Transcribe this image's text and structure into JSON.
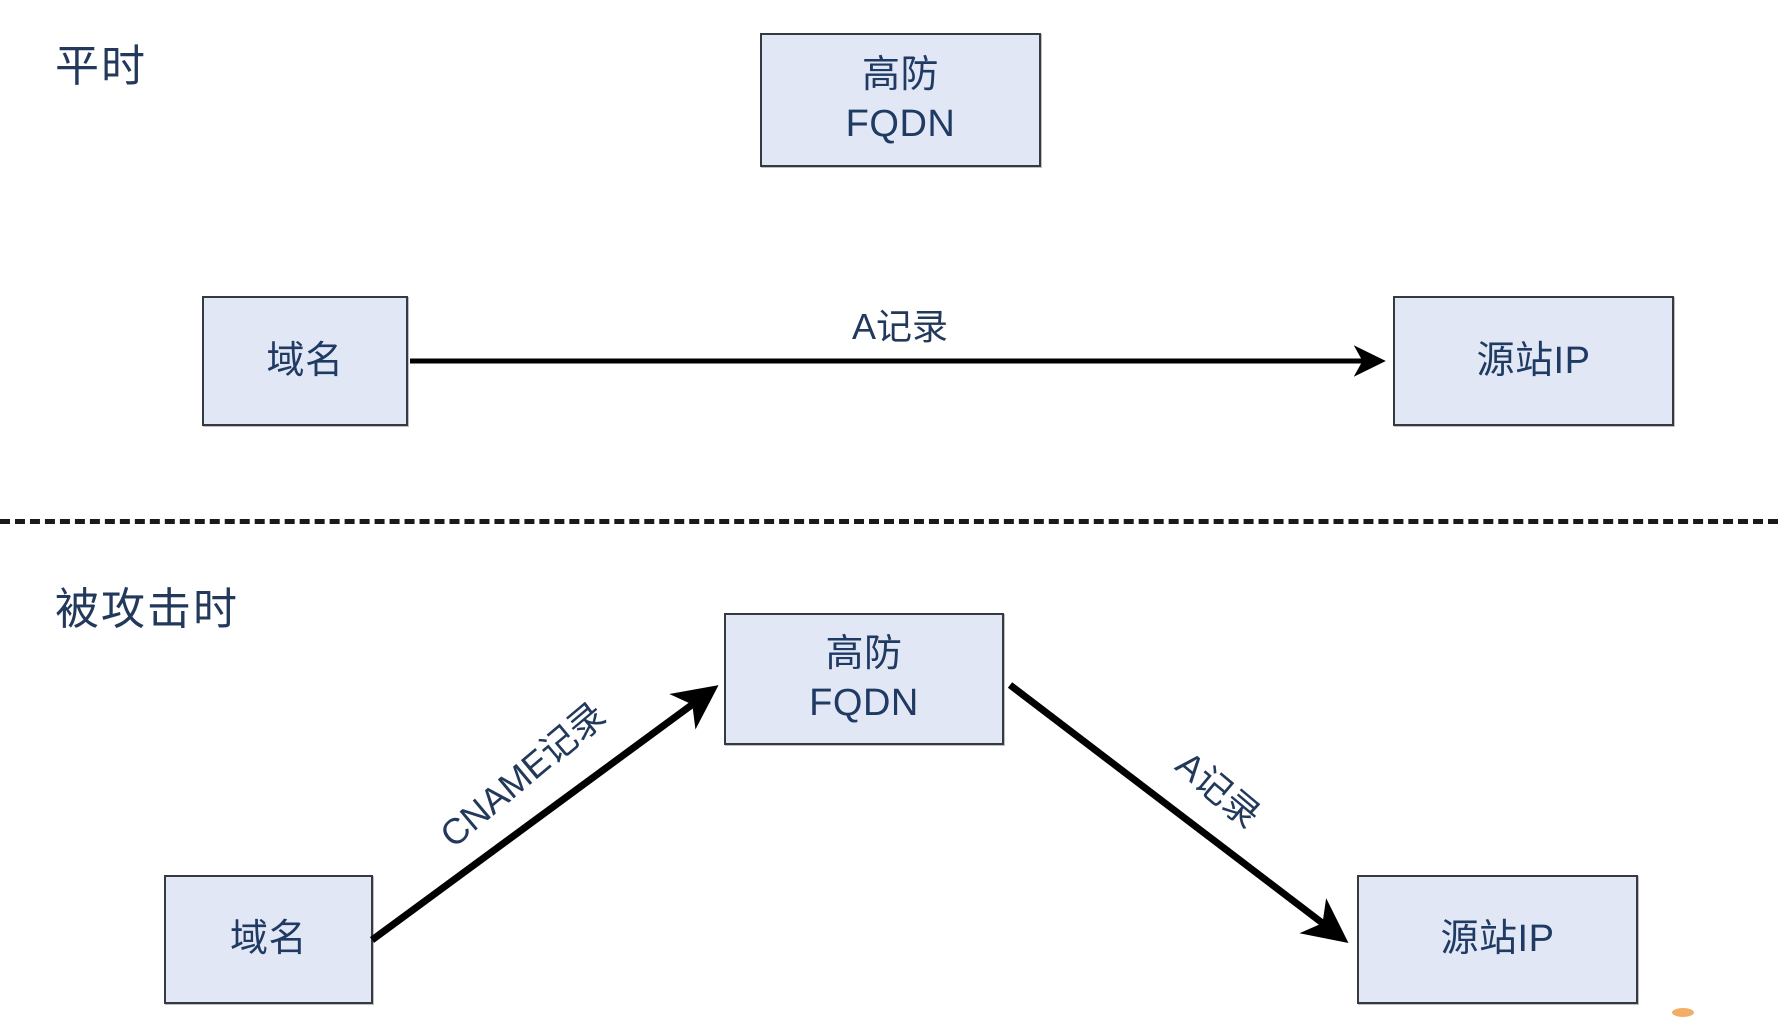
{
  "diagram": {
    "title_note": "DNS resolution switch between normal state and under-attack state",
    "colors": {
      "node_fill": "#e2e7f5",
      "node_border": "#343a40",
      "text": "#1f3a63",
      "arrow": "#000000",
      "divider": "#1a1a1a",
      "artifact": "#f0a04b"
    },
    "sections": [
      {
        "id": "normal",
        "label": "平时",
        "nodes": [
          {
            "id": "normal-gaofang",
            "line1": "高防",
            "line2": "FQDN"
          },
          {
            "id": "normal-domain",
            "line1": "域名",
            "line2": ""
          },
          {
            "id": "normal-origin",
            "line1": "源站IP",
            "line2": ""
          }
        ],
        "edges": [
          {
            "id": "normal-a-record",
            "label": "A记录",
            "from": "normal-domain",
            "to": "normal-origin"
          }
        ]
      },
      {
        "id": "attacked",
        "label": "被攻击时",
        "nodes": [
          {
            "id": "attacked-gaofang",
            "line1": "高防",
            "line2": "FQDN"
          },
          {
            "id": "attacked-domain",
            "line1": "域名",
            "line2": ""
          },
          {
            "id": "attacked-origin",
            "line1": "源站IP",
            "line2": ""
          }
        ],
        "edges": [
          {
            "id": "attacked-cname-record",
            "label": "CNAME记录",
            "from": "attacked-domain",
            "to": "attacked-gaofang"
          },
          {
            "id": "attacked-a-record",
            "label": "A记录",
            "from": "attacked-gaofang",
            "to": "attacked-origin"
          }
        ]
      }
    ]
  }
}
